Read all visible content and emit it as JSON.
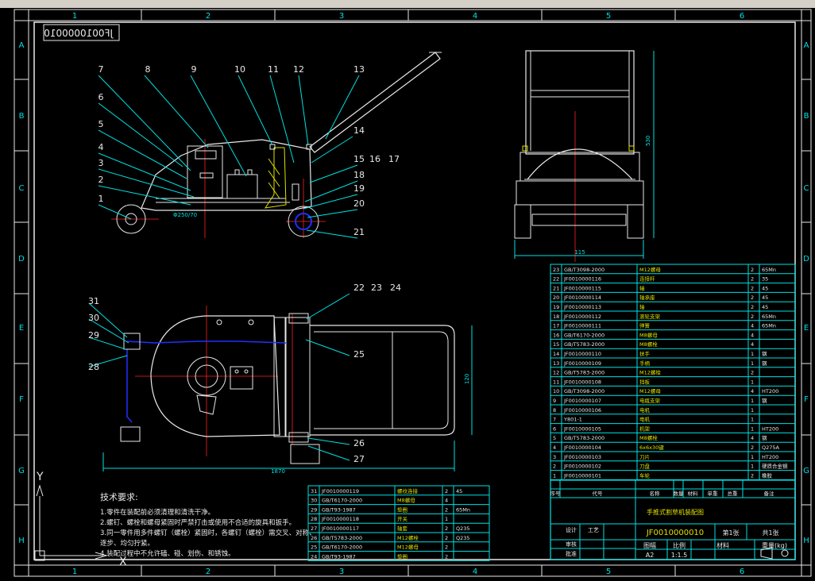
{
  "drawing": {
    "code_mirrored": "JF0010000010",
    "code": "JF0010000010",
    "tech_title": "技术要求:",
    "tech_req": [
      "1.零件在装配前必须清理和清洗干净。",
      "2.螺钉、螺栓和螺母紧固时严禁打击或使用不合适的旋具和扳手。",
      "3.同一零件用多件螺钉（螺栓）紧固时，各螺钉（螺栓）需交叉、对称、",
      "逐步、均匀拧紧。",
      "4.装配过程中不允许磕、碰、划伤、和锈蚀。"
    ],
    "dim_width": "1870",
    "dim_side": "120",
    "dim_height": "530",
    "dim_front_width": "115"
  },
  "border": {
    "cols": [
      "1",
      "2",
      "3",
      "4",
      "5",
      "6"
    ],
    "rows": [
      "A",
      "B",
      "C",
      "D",
      "E",
      "F",
      "G",
      "H"
    ]
  },
  "balloons": [
    "1",
    "2",
    "3",
    "4",
    "5",
    "6",
    "7",
    "8",
    "9",
    "10",
    "11",
    "12",
    "13",
    "14",
    "15",
    "16",
    "17",
    "18",
    "19",
    "20",
    "21",
    "22",
    "23",
    "24",
    "25",
    "26",
    "27",
    "28",
    "29",
    "30",
    "31"
  ],
  "bom_right": [
    [
      "23",
      "GB/T3098-2000",
      "M12螺母",
      "2",
      "65Mn"
    ],
    [
      "22",
      "JF0010000116",
      "连接杆",
      "2",
      "35"
    ],
    [
      "21",
      "JF0010000115",
      "轴",
      "2",
      "45"
    ],
    [
      "20",
      "JF0010000114",
      "轴承座",
      "2",
      "45"
    ],
    [
      "19",
      "JF0010000113",
      "轴",
      "2",
      "45"
    ],
    [
      "18",
      "JF0010000112",
      "滚轮支架",
      "2",
      "65Mn"
    ],
    [
      "17",
      "JF0010000111",
      "弹簧",
      "4",
      "65Mn"
    ],
    [
      "16",
      "GB/T6170-2000",
      "M8螺母",
      "4",
      ""
    ],
    [
      "15",
      "GB/T5783-2000",
      "M8螺栓",
      "4",
      ""
    ],
    [
      "14",
      "JF0010000110",
      "扶手",
      "1",
      "钢"
    ],
    [
      "13",
      "JF0010000109",
      "手柄",
      "1",
      "钢"
    ],
    [
      "12",
      "GB/T5783-2000",
      "M12螺栓",
      "2",
      ""
    ],
    [
      "11",
      "JF0010000108",
      "挡板",
      "1",
      ""
    ],
    [
      "10",
      "GB/T3098-2000",
      "M12螺母",
      "4",
      "HT200"
    ],
    [
      "9",
      "JF0010000107",
      "电瓶支架",
      "1",
      "钢"
    ],
    [
      "8",
      "JF0010000106",
      "电机",
      "1",
      ""
    ],
    [
      "7",
      "Y801-1",
      "电机",
      "1",
      ""
    ],
    [
      "6",
      "JF0010000105",
      "机架",
      "1",
      "HT200"
    ],
    [
      "5",
      "GB/T5783-2000",
      "M8螺栓",
      "4",
      "钢"
    ],
    [
      "4",
      "JF0010000104",
      "6x6x30键",
      "2",
      "Q275A"
    ],
    [
      "3",
      "JF0010000103",
      "刀片",
      "1",
      "HT200"
    ],
    [
      "2",
      "JF0010000102",
      "刀盘",
      "1",
      "硬质合金钢"
    ],
    [
      "1",
      "JF0010000101",
      "车轮",
      "2",
      "橡胶"
    ]
  ],
  "bom_bottom": [
    [
      "31",
      "JF0010000119",
      "螺纹连接",
      "2",
      "45"
    ],
    [
      "30",
      "GB/T6170-2000",
      "M8螺母",
      "4",
      ""
    ],
    [
      "29",
      "GB/T93-1987",
      "垫圈",
      "2",
      "65Mn"
    ],
    [
      "28",
      "JF0010000118",
      "开关",
      "1",
      ""
    ],
    [
      "27",
      "JF0010000117",
      "轴套",
      "2",
      "Q235"
    ],
    [
      "26",
      "GB/T5783-2000",
      "M12螺栓",
      "2",
      "Q235"
    ],
    [
      "25",
      "GB/T6170-2000",
      "M12螺母",
      "2",
      ""
    ],
    [
      "24",
      "GB/T93-1987",
      "垫圈",
      "2",
      ""
    ]
  ],
  "title_block": {
    "header": [
      "序号",
      "代号",
      "名称",
      "数量",
      "材料",
      "单重",
      "总重",
      "备注"
    ],
    "product_name": "手推式割草机装配图",
    "scale_label": "比例",
    "scale": "1:1.5",
    "sheet_size": "A2",
    "sheet_of": "第1张",
    "sheet_total": "共1张",
    "weight_label": "重量(kg)",
    "design": "设计",
    "check": "审核",
    "approve": "批准",
    "process": "工艺",
    "material_label": "材料",
    "drawing_label": "图幅"
  }
}
